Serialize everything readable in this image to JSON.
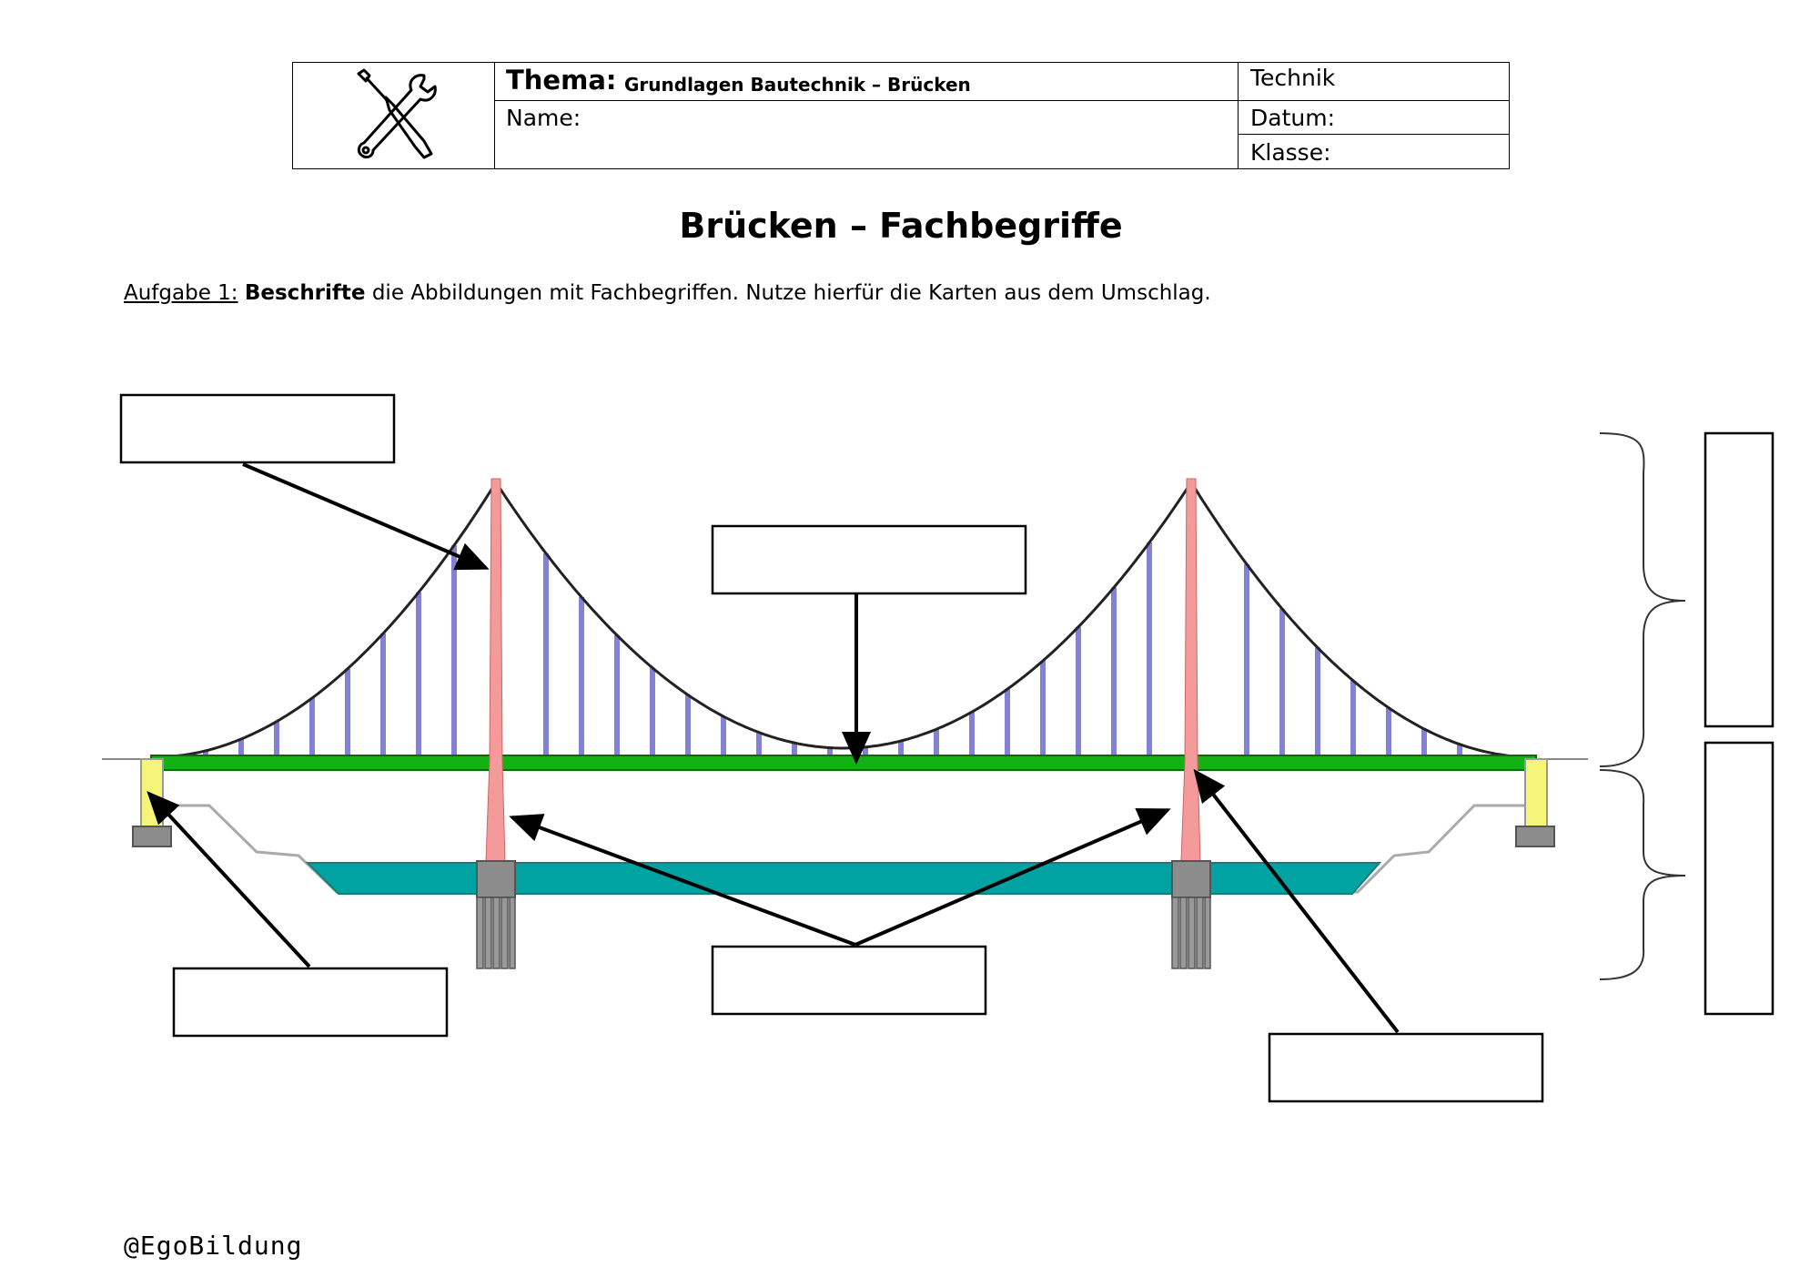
{
  "header": {
    "thema_label": "Thema:",
    "thema_value": "Grundlagen Bautechnik – Brücken",
    "name_label": "Name:",
    "fach_label": "Technik",
    "datum_label": "Datum:",
    "klasse_label": "Klasse:",
    "icon": "tools-icon"
  },
  "title": "Brücken – Fachbegriffe",
  "task": {
    "label": "Aufgabe 1:",
    "verb": "Beschrifte",
    "text": " die Abbildungen mit Fachbegriffen. Nutze hierfür die Karten aus dem Umschlag."
  },
  "diagram": {
    "label_boxes": [
      "",
      "",
      "",
      "",
      "",
      "",
      ""
    ],
    "colors": {
      "pylon": "#f49a9a",
      "deck": "#13b213",
      "hanger": "#6c6ccf",
      "abutment": "#f5f57a",
      "water": "#00a2a2",
      "foundation": "#8c8c8c"
    }
  },
  "footer": "@EgoBildung"
}
